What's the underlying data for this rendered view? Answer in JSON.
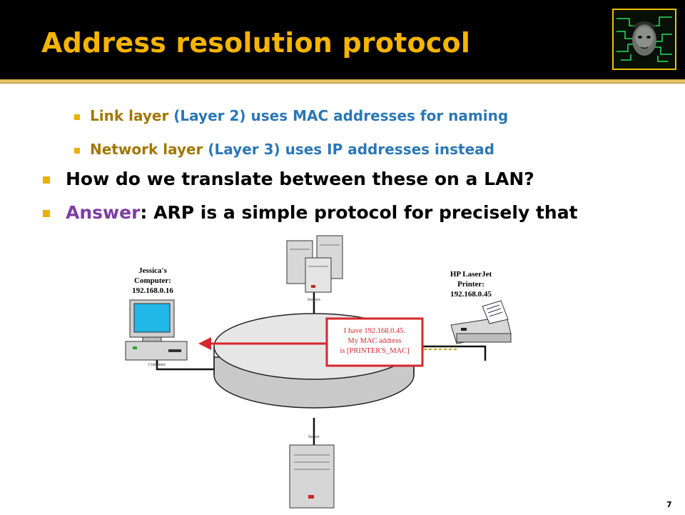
{
  "slide": {
    "title": "Address resolution protocol",
    "page_number": "7",
    "sub_bullets": [
      {
        "highlight": "Link layer",
        "rest": " (Layer 2) uses MAC addresses for naming"
      },
      {
        "highlight": "Network layer",
        "rest": " (Layer 3) uses IP addresses instead"
      }
    ],
    "main_bullets": [
      {
        "lead": "",
        "rest": "How do we translate between these on a LAN?"
      },
      {
        "lead": "Answer",
        "rest": ": ARP is a simple protocol for precisely that"
      }
    ]
  },
  "diagram": {
    "computer_label": [
      "Jessica's",
      "Computer:",
      "192.168.0.16"
    ],
    "computer_caption": "Computer",
    "printer_label": [
      "HP LaserJet",
      "Printer:",
      "192.168.0.45"
    ],
    "callout": [
      "I have 192.168.0.45.",
      "My MAC address",
      "is [PRINTER'S_MAC]"
    ],
    "server_caption_top": "Servers",
    "server_caption_bottom": "Server"
  },
  "colors": {
    "accent": "#f5b400",
    "callout_border": "#d7262b",
    "arrow": "#d7262b"
  }
}
